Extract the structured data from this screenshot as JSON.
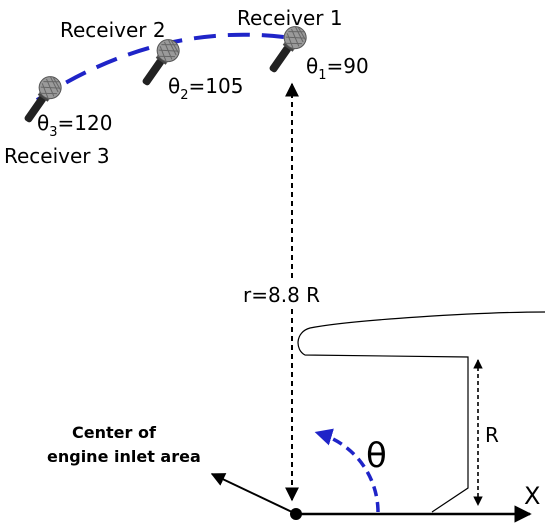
{
  "receivers": [
    {
      "name": "Receiver 1",
      "theta_symbol": "θ",
      "theta_sub": "1",
      "theta_value": "=90"
    },
    {
      "name": "Receiver 2",
      "theta_symbol": "θ",
      "theta_sub": "2",
      "theta_value": "=105"
    },
    {
      "name": "Receiver 3",
      "theta_symbol": "θ",
      "theta_sub": "3",
      "theta_value": "=120"
    }
  ],
  "radius_label": "r=8.8 R",
  "inlet_radius_label": "R",
  "angle_label": "θ",
  "x_axis_label": "X",
  "center_label": {
    "line1": "Center of",
    "line2": "engine inlet area"
  },
  "colors": {
    "arc": "#1f24c8",
    "angle_arrow": "#1f24c8",
    "lines": "#000000",
    "mic_grille": "#9a9a9a",
    "mic_body": "#222222"
  },
  "icons": [
    "microphone-icon"
  ]
}
